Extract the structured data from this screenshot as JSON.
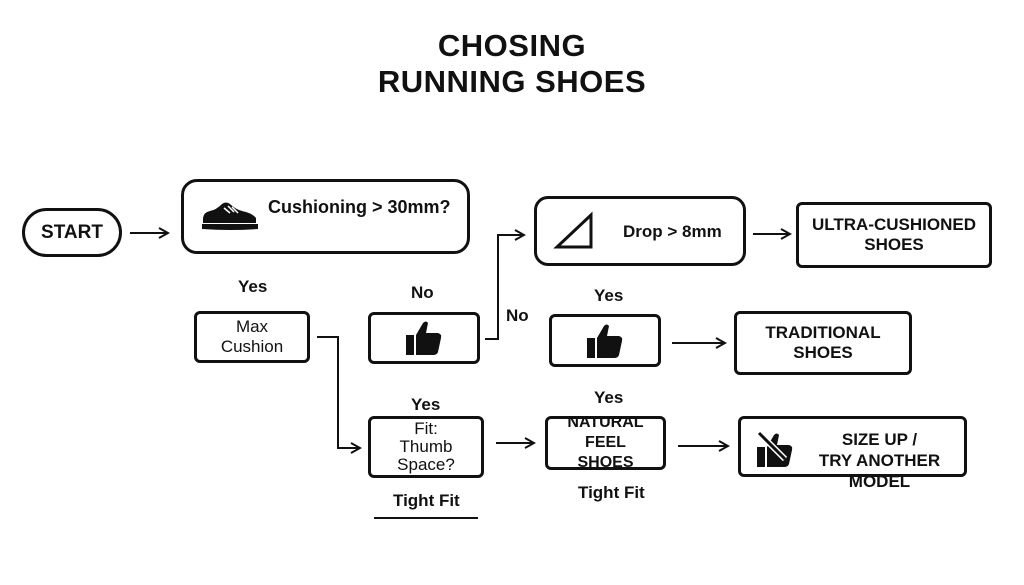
{
  "title": {
    "line1": "CHOSING",
    "line2": "RUNNING SHOES"
  },
  "nodes": {
    "start": "START",
    "cushioning": "Cushioning > 30mm?",
    "drop": "Drop > 8mm",
    "ultra": {
      "line1": "ULTRA-CUSHIONED",
      "line2": "SHOES"
    },
    "max_cushion": {
      "line1": "Max",
      "line2": "Cushion"
    },
    "traditional": "TRADITIONAL SHOES",
    "fit": {
      "line1": "Fit:",
      "line2": "Thumb",
      "line3": "Space?"
    },
    "natural": {
      "line1": "NATURAL FEEL",
      "line2": "SHOES"
    },
    "size_up": {
      "line1": "SIZE UP /",
      "line2": "TRY ANOTHER MODEL"
    }
  },
  "labels": {
    "yes_1": "Yes",
    "no_1": "No",
    "no_2": "No",
    "yes_2": "Yes",
    "yes_3": "Yes",
    "yes_4": "Yes",
    "tight_fit_1": "Tight Fit",
    "tight_fit_2": "Tight Fit"
  },
  "icons": {
    "shoe": "running-shoe-icon",
    "ramp": "triangle-ramp-icon",
    "thumb_up_1": "thumbs-up-icon",
    "thumb_up_2": "thumbs-up-icon",
    "thumb_crossed": "crossed-thumbs-up-icon"
  }
}
